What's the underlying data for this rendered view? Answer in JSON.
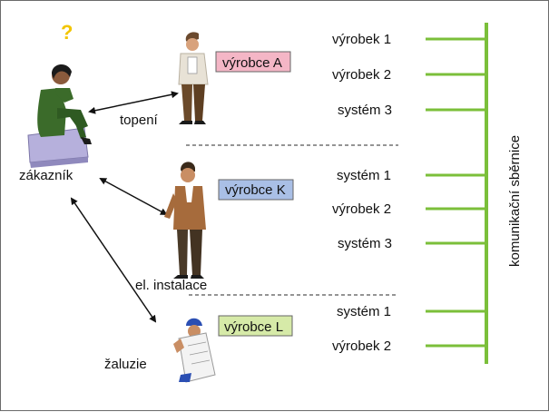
{
  "customer": {
    "label": "zákazník",
    "question_mark": "?"
  },
  "links": [
    {
      "label": "topení"
    },
    {
      "label": "el. instalace"
    },
    {
      "label": "žaluzie"
    }
  ],
  "manufacturers": [
    {
      "label": "výrobce A",
      "color": "#f4b6c6",
      "items": [
        "výrobek 1",
        "výrobek 2",
        "systém 3"
      ]
    },
    {
      "label": "výrobce K",
      "color": "#a9bfe6",
      "items": [
        "systém 1",
        "výrobek 2",
        "systém 3"
      ]
    },
    {
      "label": "výrobce L",
      "color": "#d6eaa8",
      "items": [
        "systém 1",
        "výrobek 2"
      ]
    }
  ],
  "bus": {
    "label": "komunikační sběrnice",
    "color": "#7bbf3a"
  },
  "colors": {
    "question": "#f2c500",
    "separator": "#555555",
    "arrow": "#111111"
  }
}
